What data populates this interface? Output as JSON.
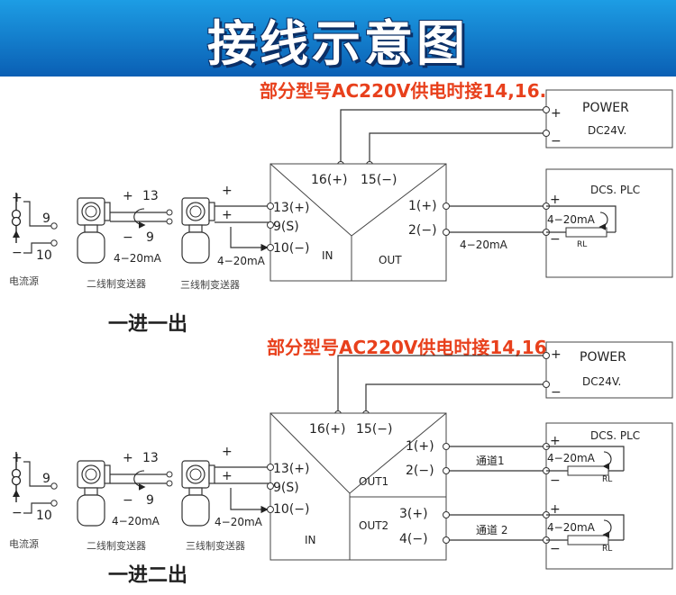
{
  "title": "接线示意图",
  "note": "部分型号AC220V供电时接14,16.",
  "power": {
    "label": "POWER",
    "voltage": "DC24V.",
    "plus": "+",
    "minus": "−"
  },
  "dcs": {
    "label": "DCS. PLC",
    "signal": "4−20mA",
    "rl": "RL",
    "plus": "+",
    "minus": "−"
  },
  "terminals": {
    "t16": "16(+)",
    "t15": "15(−)",
    "t13": "13(+)",
    "t9s": "9(S)",
    "t10": "10(−)",
    "t1": "1(+)",
    "t2": "2(−)",
    "t3": "3(+)",
    "t4": "4(−)"
  },
  "module": {
    "in": "IN",
    "out": "OUT",
    "out1": "OUT1",
    "out2": "OUT2"
  },
  "sources": {
    "current_source": "电流源",
    "two_wire": "二线制变送器",
    "three_wire": "三线制变送器",
    "n9": "9",
    "n10": "10",
    "n13": "13",
    "plus": "+",
    "minus": "−",
    "signal": "4−20mA"
  },
  "channels": {
    "ch1": "通道1",
    "ch2": "通道 2"
  },
  "section_titles": {
    "one_in_one_out": "一进一出",
    "one_in_two_out": "一进二出"
  }
}
